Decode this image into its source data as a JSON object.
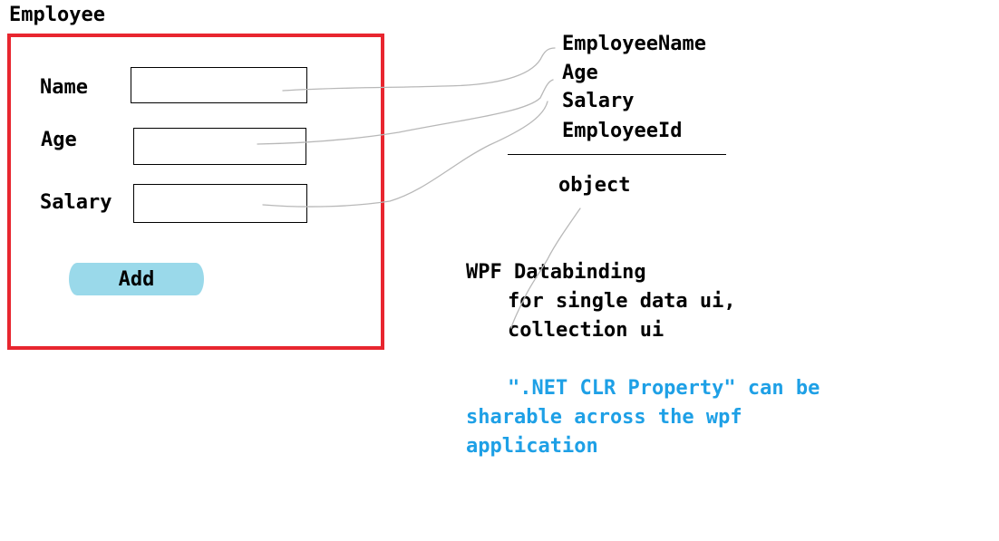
{
  "form": {
    "title": "Employee",
    "fields": {
      "name_label": "Name",
      "age_label": "Age",
      "salary_label": "Salary"
    },
    "add_button": "Add"
  },
  "class_model": {
    "properties": [
      "EmployeeName",
      "Age",
      "Salary",
      "EmployeeId"
    ],
    "type": "object"
  },
  "notes": {
    "line1": "WPF Databinding",
    "line2": "for single data ui,",
    "line3": "collection ui",
    "clr_line1": "\".NET CLR Property\" can be",
    "clr_line2": "sharable across the wpf",
    "clr_line3": "application"
  },
  "colors": {
    "form_border": "#e8262f",
    "button_fill": "#9ad9ea",
    "note_blue": "#1ea0e6",
    "wire": "#b8b8b8"
  }
}
